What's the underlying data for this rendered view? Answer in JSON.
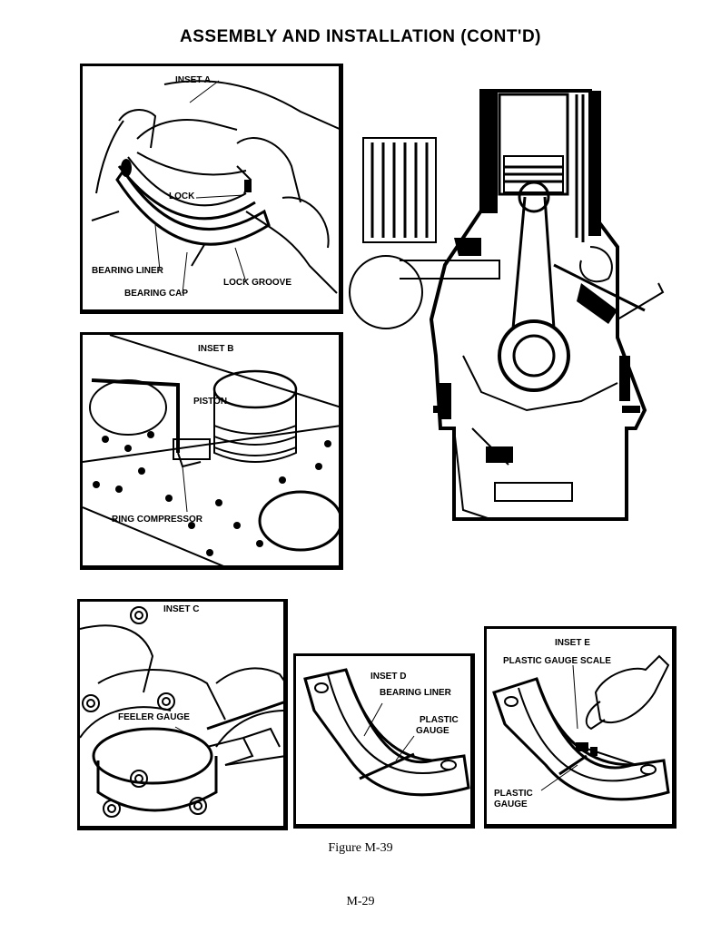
{
  "page": {
    "title": "ASSEMBLY AND INSTALLATION (CONT'D)",
    "caption": "Figure M-39",
    "page_number": "M-29"
  },
  "insets": {
    "a": {
      "title": "INSET A",
      "labels": {
        "lock": "LOCK",
        "bearing_liner": "BEARING LINER",
        "lock_groove": "LOCK GROOVE",
        "bearing_cap": "BEARING CAP"
      }
    },
    "b": {
      "title": "INSET B",
      "labels": {
        "piston": "PISTON",
        "ring_compressor": "RING COMPRESSOR"
      }
    },
    "c": {
      "title": "INSET C",
      "labels": {
        "feeler_gauge": "FEELER GAUGE"
      }
    },
    "d": {
      "title": "INSET D",
      "labels": {
        "bearing_liner": "BEARING LINER",
        "plastic_gauge_1": "PLASTIC",
        "plastic_gauge_2": "GAUGE"
      }
    },
    "e": {
      "title": "INSET E",
      "labels": {
        "scale": "PLASTIC GAUGE SCALE",
        "plastic_gauge_1": "PLASTIC",
        "plastic_gauge_2": "GAUGE"
      }
    }
  }
}
